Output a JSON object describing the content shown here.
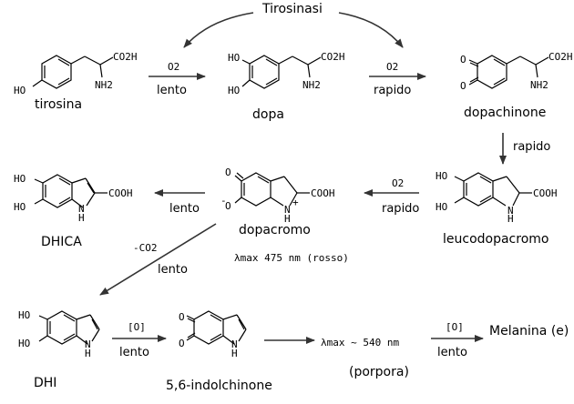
{
  "enzyme": "Tirosinasi",
  "compounds": {
    "tyrosine": "tirosina",
    "dopa": "dopa",
    "dopaquinone": "dopachinone",
    "leucodopachrome": "leucodopacromo",
    "dopachrome": "dopacromo",
    "dhica": "DHICA",
    "dhi": "DHI",
    "indolequinone": "5,6-indolchinone",
    "melanin": "Melanina (e)"
  },
  "atoms": {
    "ho": "HO",
    "o": "O",
    "nh2": "NH2",
    "co2h": "CO2H",
    "cooh": "COOH",
    "nh": "N\nH",
    "n": "N",
    "h": "H",
    "minus": "-",
    "plus": "+"
  },
  "reagents": {
    "o2": "O2",
    "ox": "[O]",
    "co2": "-CO2"
  },
  "rates": {
    "slow": "lento",
    "fast": "rapido"
  },
  "absorbance": {
    "dopachrome": "λmax 475 nm (rosso)",
    "purple": "λmax ~ 540 nm",
    "purple_note": "(porpora)"
  }
}
